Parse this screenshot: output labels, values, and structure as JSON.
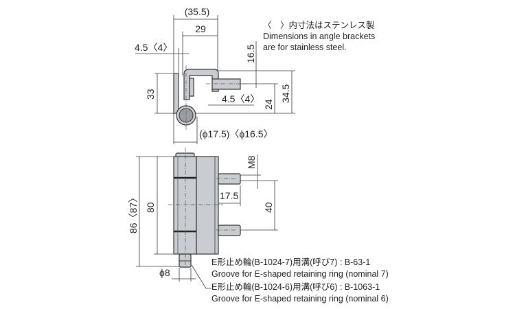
{
  "top_view": {
    "dim_overall_width": "(35.5)",
    "dim_arm_width": "29",
    "dim_plate_thickness": "4.5〈4〉",
    "dim_bolt_offset_top": "16.5",
    "dim_height_33": "33",
    "dim_arm_thickness": "4.5〈4〉",
    "dim_height_24": "24",
    "dim_height_34_5": "34.5",
    "dim_diameter": "(ϕ17.5)〈ϕ16.5〉"
  },
  "note": {
    "line1": "〈　〉内寸法はステンレス製",
    "line2": "Dimensions in angle brackets",
    "line3": "are for stainless steel."
  },
  "front_view": {
    "dim_total_height": "86〈87〉",
    "dim_body_height": "80",
    "dim_thread": "M8",
    "dim_bolt_length": "17.5",
    "dim_bolt_pitch": "40",
    "dim_pin_diameter": "ϕ8"
  },
  "groove_notes": {
    "jp_nominal7": "E形止め輪(B-1024-7)用溝(呼び7) : B-63-1",
    "en_nominal7": "Groove for E-shaped retaining ring (nominal 7)",
    "jp_nominal6": "E形止め輪(B-1024-6)用溝(呼び6) : B-1063-1",
    "en_nominal6": "Groove for E-shaped retaining ring (nominal 6)"
  }
}
